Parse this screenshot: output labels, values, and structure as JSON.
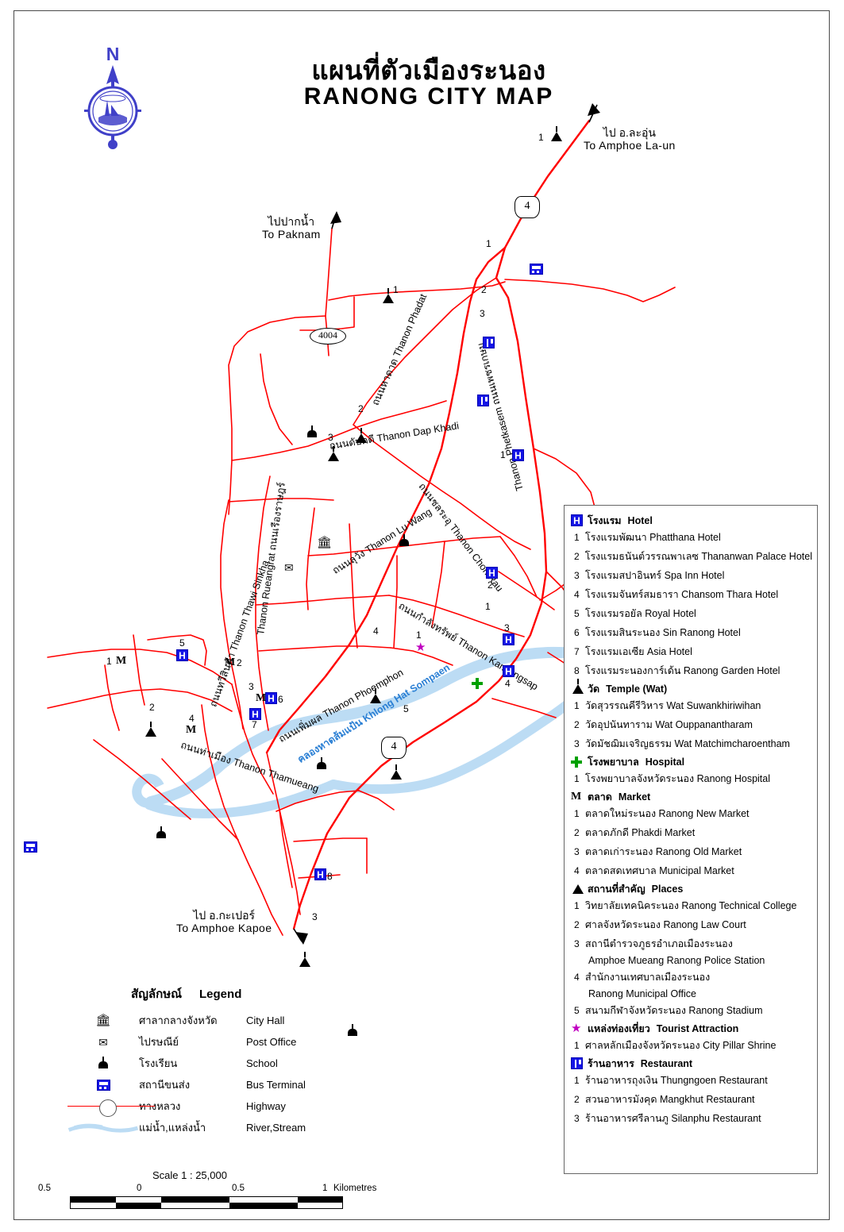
{
  "title": {
    "thai": "แผนที่ตัวเมืองระนอง",
    "english": "RANONG CITY MAP"
  },
  "compass": {
    "north_label": "N"
  },
  "directions": [
    {
      "name": "to-amphoe-la-un",
      "thai": "ไป อ.ละอุ่น",
      "english": "To Amphoe La-un"
    },
    {
      "name": "to-paknam",
      "thai": "ไปปากน้ำ",
      "english": "To Paknam"
    },
    {
      "name": "to-amphoe-kapoe",
      "thai": "ไป อ.กะเปอร์",
      "english": "To Amphoe Kapoe"
    }
  ],
  "route_shields": [
    {
      "name": "route-4-north",
      "label": "4"
    },
    {
      "name": "route-4-south",
      "label": "4"
    },
    {
      "name": "route-4004",
      "label": "4004"
    }
  ],
  "road_labels": [
    {
      "name": "thanon-phadat",
      "text": "ถนนหาดาด Thanon Phadat"
    },
    {
      "name": "thanon-dap-khadi",
      "text": "ถนนดับคดี Thanon Dap Khadi"
    },
    {
      "name": "thanon-chon-rau",
      "text": "ถนนชลระอุ Thanon Chon Rau"
    },
    {
      "name": "thanon-lu-wang",
      "text": "ถนนลุวัง Thanon Lu Wang"
    },
    {
      "name": "thanon-phetkasem",
      "text": "Thanon Phetkasem ถนนเพชรเกษม"
    },
    {
      "name": "thanon-rueangrat",
      "text": "Thanon Rueangrat ถนนเรืองราษฎร์"
    },
    {
      "name": "thanon-thawi-sinkha",
      "text": "ถนนทวีสินค้า Thanon Thawi Sinkha"
    },
    {
      "name": "thanon-kamlangsap",
      "text": "ถนนกำลังทรัพย์ Thanon Kamlangsap"
    },
    {
      "name": "thanon-phoemphon",
      "text": "ถนนเพิ่มผล Thanon Phoemphon"
    },
    {
      "name": "thanon-thamueang",
      "text": "ถนนท่าเมือง Thanon Thamueang"
    },
    {
      "name": "khlong-hat-sompaen",
      "text": "คลองหาดส้มแป้น Khlong Hat Sompaen"
    }
  ],
  "legend_panel": {
    "sections": [
      {
        "name": "hotel",
        "icon": "hotel-h-icon",
        "thai": "โรงแรม",
        "english": "Hotel",
        "items": [
          {
            "n": "1",
            "text": "โรงแรมพัฒนา Phatthana Hotel"
          },
          {
            "n": "2",
            "text": "โรงแรมธนันต์วรรณพาเลซ Thananwan Palace Hotel"
          },
          {
            "n": "3",
            "text": "โรงแรมสปาอินทร์ Spa Inn Hotel"
          },
          {
            "n": "4",
            "text": "โรงแรมจันทร์สมธารา Chansom Thara Hotel"
          },
          {
            "n": "5",
            "text": "โรงแรมรอยัล Royal Hotel"
          },
          {
            "n": "6",
            "text": "โรงแรมสินระนอง Sin Ranong Hotel"
          },
          {
            "n": "7",
            "text": "โรงแรมเอเซีย Asia Hotel"
          },
          {
            "n": "8",
            "text": "โรงแรมระนองการ์เด้น Ranong Garden Hotel"
          }
        ]
      },
      {
        "name": "temple",
        "icon": "temple-icon",
        "thai": "วัด",
        "english": "Temple (Wat)",
        "items": [
          {
            "n": "1",
            "text": "วัดสุวรรณคีรีวิหาร Wat Suwankhiriwihan"
          },
          {
            "n": "2",
            "text": "วัดอุปนันทาราม Wat Ouppanantharam"
          },
          {
            "n": "3",
            "text": "วัดมัชฌิมเจริญธรรม Wat Matchimcharoentham"
          }
        ]
      },
      {
        "name": "hospital",
        "icon": "hospital-cross-icon",
        "thai": "โรงพยาบาล",
        "english": "Hospital",
        "items": [
          {
            "n": "1",
            "text": "โรงพยาบาลจังหวัดระนอง Ranong Hospital"
          }
        ]
      },
      {
        "name": "market",
        "icon": "market-m-icon",
        "thai": "ตลาด",
        "english": "Market",
        "items": [
          {
            "n": "1",
            "text": "ตลาดใหม่ระนอง Ranong New Market"
          },
          {
            "n": "2",
            "text": "ตลาดภักดี Phakdi Market"
          },
          {
            "n": "3",
            "text": "ตลาดเก่าระนอง Ranong Old Market"
          },
          {
            "n": "4",
            "text": "ตลาดสดเทศบาล Municipal Market"
          }
        ]
      },
      {
        "name": "places",
        "icon": "place-triangle-icon",
        "thai": "สถานที่สำคัญ",
        "english": "Places",
        "items": [
          {
            "n": "1",
            "text": "วิทยาลัยเทคนิคระนอง Ranong Technical College"
          },
          {
            "n": "2",
            "text": "ศาลจังหวัดระนอง Ranong Law Court"
          },
          {
            "n": "3",
            "text": "สถานีตำรวจภูธรอำเภอเมืองระนอง",
            "cont": "Amphoe Mueang Ranong Police Station"
          },
          {
            "n": "4",
            "text": "สำนักงานเทศบาลเมืองระนอง",
            "cont": "Ranong Municipal Office"
          },
          {
            "n": "5",
            "text": "สนามกีฬาจังหวัดระนอง Ranong Stadium"
          }
        ]
      },
      {
        "name": "tourist-attraction",
        "icon": "star-icon",
        "thai": "แหล่งท่องเที่ยว",
        "english": "Tourist Attraction",
        "items": [
          {
            "n": "1",
            "text": "ศาลหลักเมืองจังหวัดระนอง City Pillar Shrine"
          }
        ]
      },
      {
        "name": "restaurant",
        "icon": "restaurant-icon",
        "thai": "ร้านอาหาร",
        "english": "Restaurant",
        "items": [
          {
            "n": "1",
            "text": "ร้านอาหารถุงเงิน Thungngoen Restaurant"
          },
          {
            "n": "2",
            "text": "สวนอาหารมังคุด Mangkhut Restaurant"
          },
          {
            "n": "3",
            "text": "ร้านอาหารศรีลานภู Silanphu Restaurant"
          }
        ]
      }
    ]
  },
  "legend_bottom": {
    "title_thai": "สัญลักษณ์",
    "title_english": "Legend",
    "rows": [
      {
        "icon": "city-hall-icon",
        "thai": "ศาลากลางจังหวัด",
        "english": "City Hall"
      },
      {
        "icon": "post-office-icon",
        "thai": "ไปรษณีย์",
        "english": "Post Office"
      },
      {
        "icon": "school-icon",
        "thai": "โรงเรียน",
        "english": "School"
      },
      {
        "icon": "bus-terminal-icon",
        "thai": "สถานีขนส่ง",
        "english": "Bus Terminal"
      },
      {
        "icon": "highway-icon",
        "thai": "ทางหลวง",
        "english": "Highway"
      },
      {
        "icon": "river-icon",
        "thai": "แม่น้ำ,แหล่งน้ำ",
        "english": "River,Stream"
      }
    ]
  },
  "scale": {
    "title": "Scale 1 : 25,000",
    "ticks": [
      "0.5",
      "0",
      "0.5",
      "1"
    ],
    "unit": "Kilometres"
  },
  "map_markers": {
    "hotels": [
      "1",
      "2",
      "3",
      "4",
      "5",
      "6",
      "7",
      "8"
    ],
    "temples": [
      "1",
      "2",
      "3"
    ],
    "hospital": [
      "1"
    ],
    "markets": [
      "1",
      "2",
      "3",
      "4"
    ],
    "places": [
      "1",
      "2",
      "3",
      "4",
      "5"
    ],
    "attraction": [
      "1"
    ],
    "restaurants": [
      "1",
      "2",
      "3"
    ]
  },
  "colors": {
    "road": "#ff0000",
    "river": "#bcdcf4",
    "river_text": "#2a7fd4",
    "hotel_blue": "#1414e6",
    "hospital_green": "#00a000",
    "attraction_purple": "#c000c0",
    "compass_blue": "#4040c8"
  }
}
